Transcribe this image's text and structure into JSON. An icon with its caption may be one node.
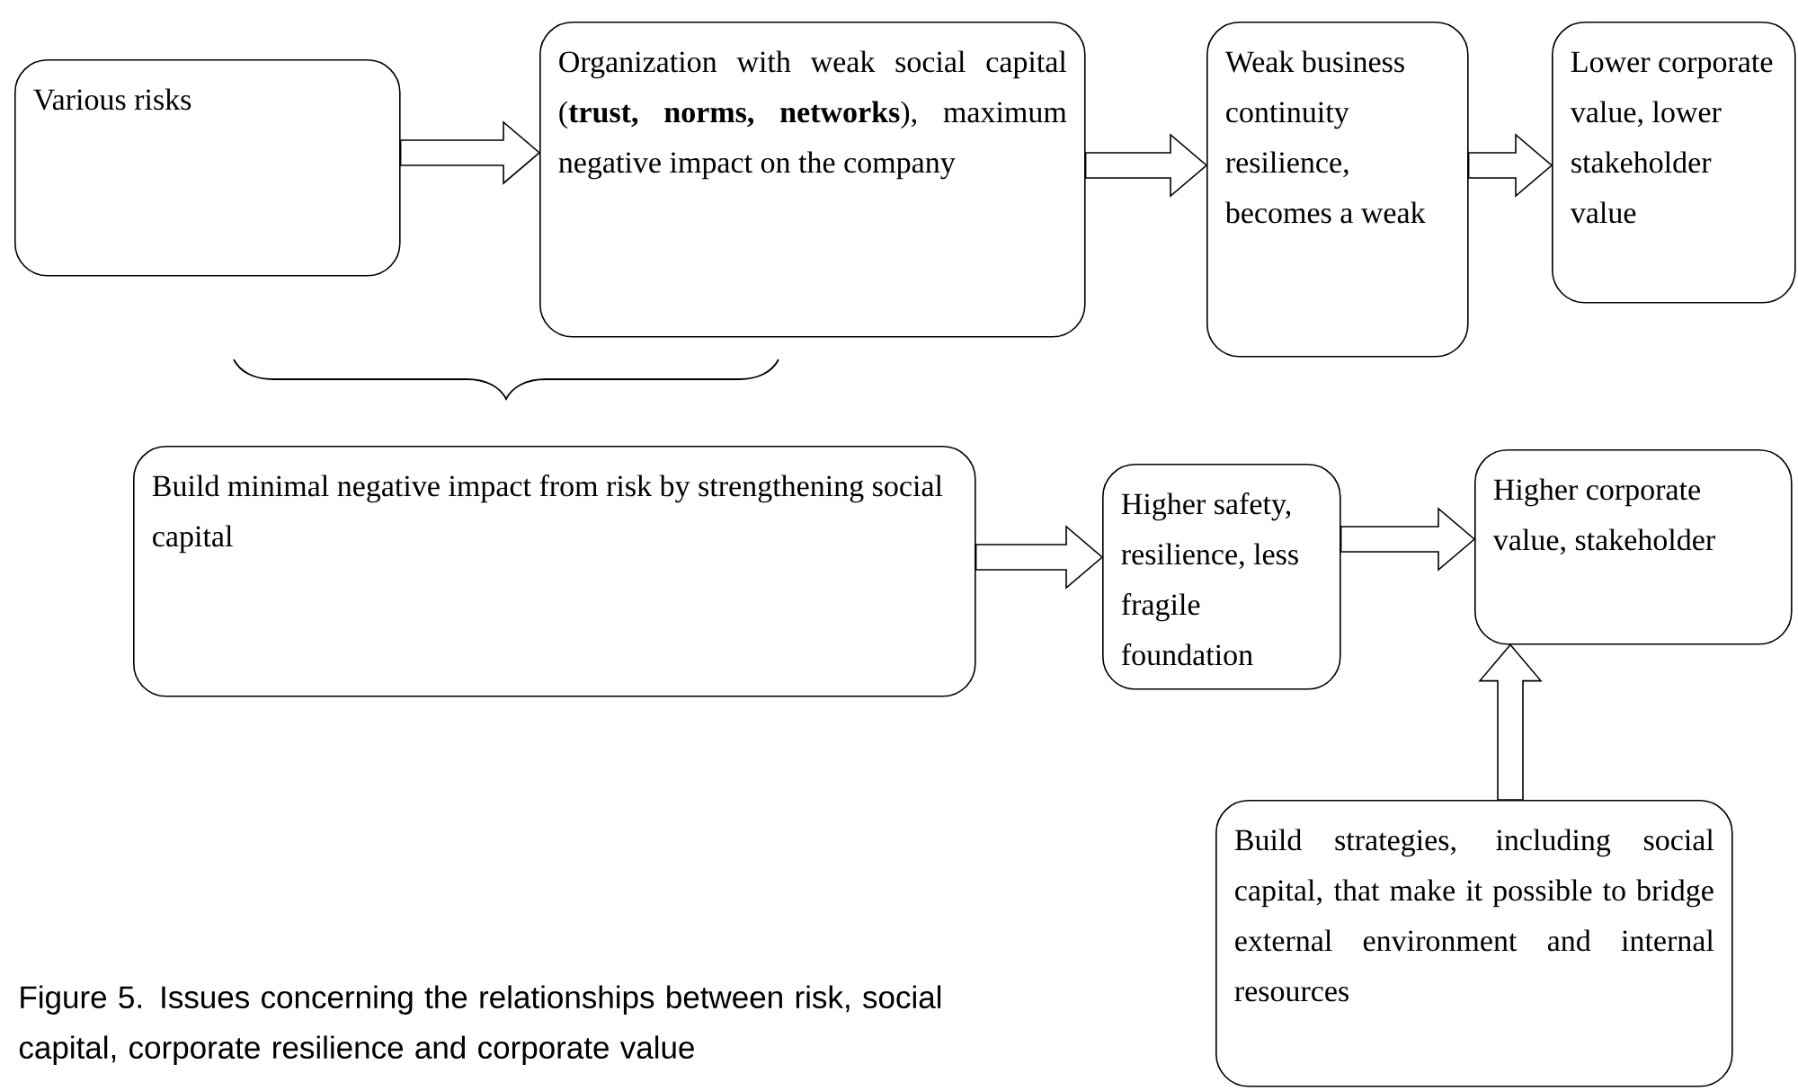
{
  "diagram": {
    "caption": "Figure 5. Issues concerning the relationships between risk, social capital, corporate resilience and corporate value",
    "nodes": [
      {
        "text": [
          "Various risks"
        ]
      },
      {
        "text": [
          "Organization with weak social capital (**trust, norms, networks**), maximum negative impact on the company"
        ]
      },
      {
        "text": [
          "Weak business continuity resilience, becomes a weak"
        ]
      },
      {
        "text": [
          "Lower corporate value, lower stakeholder value"
        ]
      },
      {
        "text": [
          "Build minimal negative impact from risk by strengthening social capital"
        ]
      },
      {
        "text": [
          "Higher safety, resilience, less fragile foundation"
        ]
      },
      {
        "text": [
          "Higher corporate value, stakeholder"
        ]
      },
      {
        "text": [
          "Build strategies, including social capital, that make it possible to bridge external environment and internal resources"
        ]
      }
    ],
    "edges": [
      {
        "from": 0,
        "to": 1,
        "arrow": "to"
      },
      {
        "from": 1,
        "to": 2,
        "arrow": "to"
      },
      {
        "from": 2,
        "to": 3,
        "arrow": "to"
      },
      {
        "from": 4,
        "to": 5,
        "arrow": "to"
      },
      {
        "from": 5,
        "to": 6,
        "arrow": "to"
      },
      {
        "from": 7,
        "to": 6,
        "arrow": "to"
      }
    ]
  }
}
